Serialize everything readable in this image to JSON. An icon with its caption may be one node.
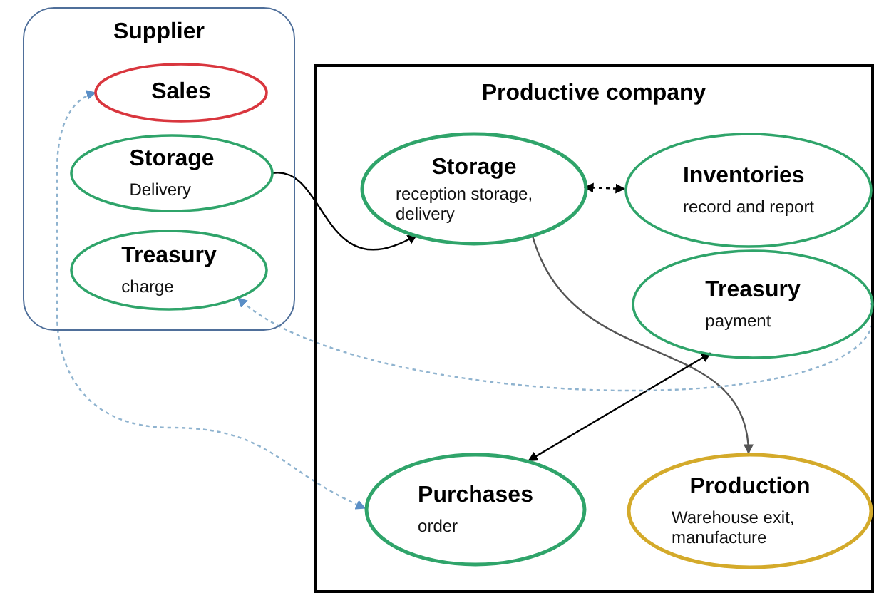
{
  "diagram": {
    "nodes": [
      {
        "text": [
          "Supplier"
        ]
      },
      {
        "text": [
          "Sales"
        ],
        "in": 0
      },
      {
        "text": [
          "Storage",
          "Delivery"
        ],
        "in": 0
      },
      {
        "text": [
          "Treasury",
          "charge"
        ],
        "in": 0
      },
      {
        "text": [
          "Productive company"
        ]
      },
      {
        "text": [
          "Storage",
          "reception storage, delivery"
        ],
        "in": 4
      },
      {
        "text": [
          "Inventories",
          "record and report"
        ],
        "in": 4
      },
      {
        "text": [
          "Treasury",
          "payment"
        ],
        "in": 4
      },
      {
        "text": [
          "Purchases",
          "order"
        ],
        "in": 4
      },
      {
        "text": [
          "Production",
          "Warehouse exit, manufacture"
        ],
        "in": 4
      }
    ],
    "edges": [
      {
        "from": 2,
        "to": 5,
        "arrow": "to"
      },
      {
        "from": 5,
        "to": 6,
        "arrow": "both",
        "style": "dashed"
      },
      {
        "from": 5,
        "to": 9,
        "arrow": "to",
        "color": "#555555"
      },
      {
        "from": 8,
        "to": 7,
        "arrow": "both"
      },
      {
        "from": 7,
        "to": 3,
        "arrow": "to",
        "style": "dashed",
        "color": "#8fb3cf"
      },
      {
        "from": 8,
        "to": 1,
        "arrow": "both",
        "style": "dashed",
        "color": "#8fb3cf"
      }
    ]
  }
}
